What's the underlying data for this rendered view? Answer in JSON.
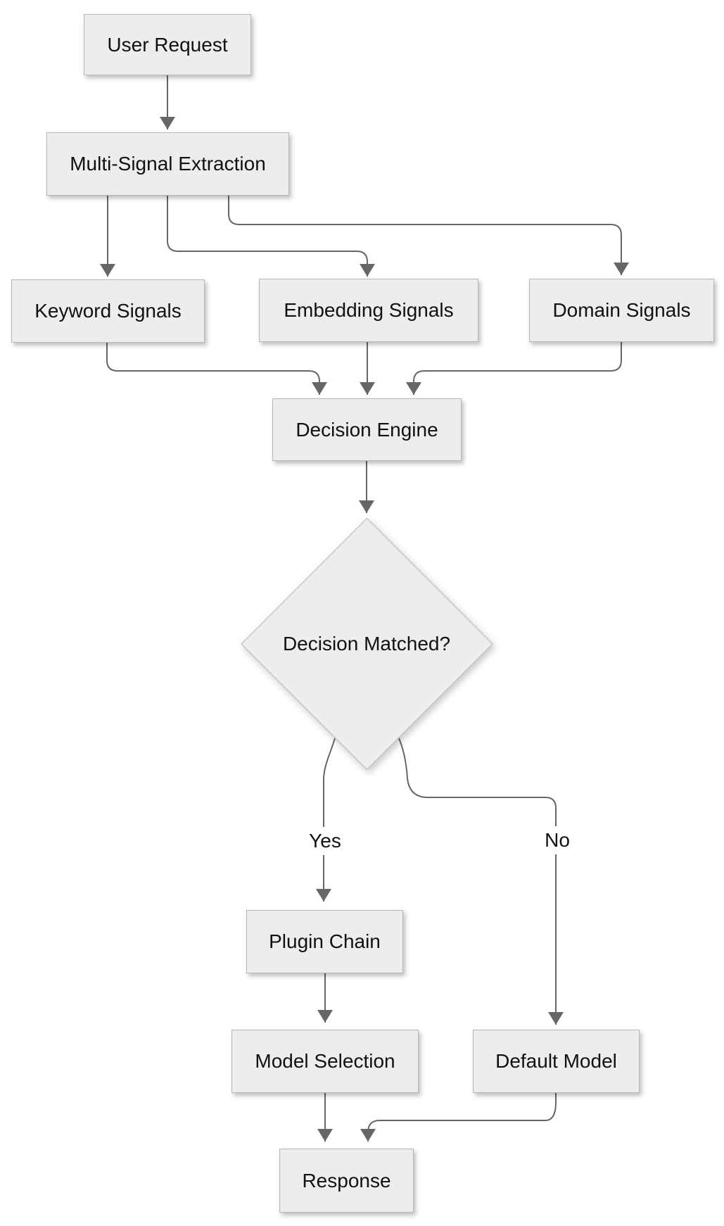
{
  "diagram": {
    "type": "flowchart",
    "background_color": "#ffffff",
    "node_fill_color": "#ededed",
    "node_border_color": "#b6b6b6",
    "edge_color": "#666666",
    "text_color": "#111111",
    "nodes": {
      "user_request": {
        "label": "User Request",
        "shape": "rect"
      },
      "multi_signal": {
        "label": "Multi-Signal Extraction",
        "shape": "rect"
      },
      "keyword": {
        "label": "Keyword Signals",
        "shape": "rect"
      },
      "embedding": {
        "label": "Embedding Signals",
        "shape": "rect"
      },
      "domain": {
        "label": "Domain Signals",
        "shape": "rect"
      },
      "decision_engine": {
        "label": "Decision Engine",
        "shape": "rect"
      },
      "decision_matched": {
        "label": "Decision Matched?",
        "shape": "diamond"
      },
      "plugin_chain": {
        "label": "Plugin Chain",
        "shape": "rect"
      },
      "model_selection": {
        "label": "Model Selection",
        "shape": "rect"
      },
      "default_model": {
        "label": "Default Model",
        "shape": "rect"
      },
      "response": {
        "label": "Response",
        "shape": "rect"
      }
    },
    "edge_labels": {
      "yes": "Yes",
      "no": "No"
    },
    "edges": [
      {
        "from": "user_request",
        "to": "multi_signal",
        "label": ""
      },
      {
        "from": "multi_signal",
        "to": "keyword",
        "label": ""
      },
      {
        "from": "multi_signal",
        "to": "embedding",
        "label": ""
      },
      {
        "from": "multi_signal",
        "to": "domain",
        "label": ""
      },
      {
        "from": "keyword",
        "to": "decision_engine",
        "label": ""
      },
      {
        "from": "embedding",
        "to": "decision_engine",
        "label": ""
      },
      {
        "from": "domain",
        "to": "decision_engine",
        "label": ""
      },
      {
        "from": "decision_engine",
        "to": "decision_matched",
        "label": ""
      },
      {
        "from": "decision_matched",
        "to": "plugin_chain",
        "label": "Yes"
      },
      {
        "from": "decision_matched",
        "to": "default_model",
        "label": "No"
      },
      {
        "from": "plugin_chain",
        "to": "model_selection",
        "label": ""
      },
      {
        "from": "model_selection",
        "to": "response",
        "label": ""
      },
      {
        "from": "default_model",
        "to": "response",
        "label": ""
      }
    ]
  }
}
